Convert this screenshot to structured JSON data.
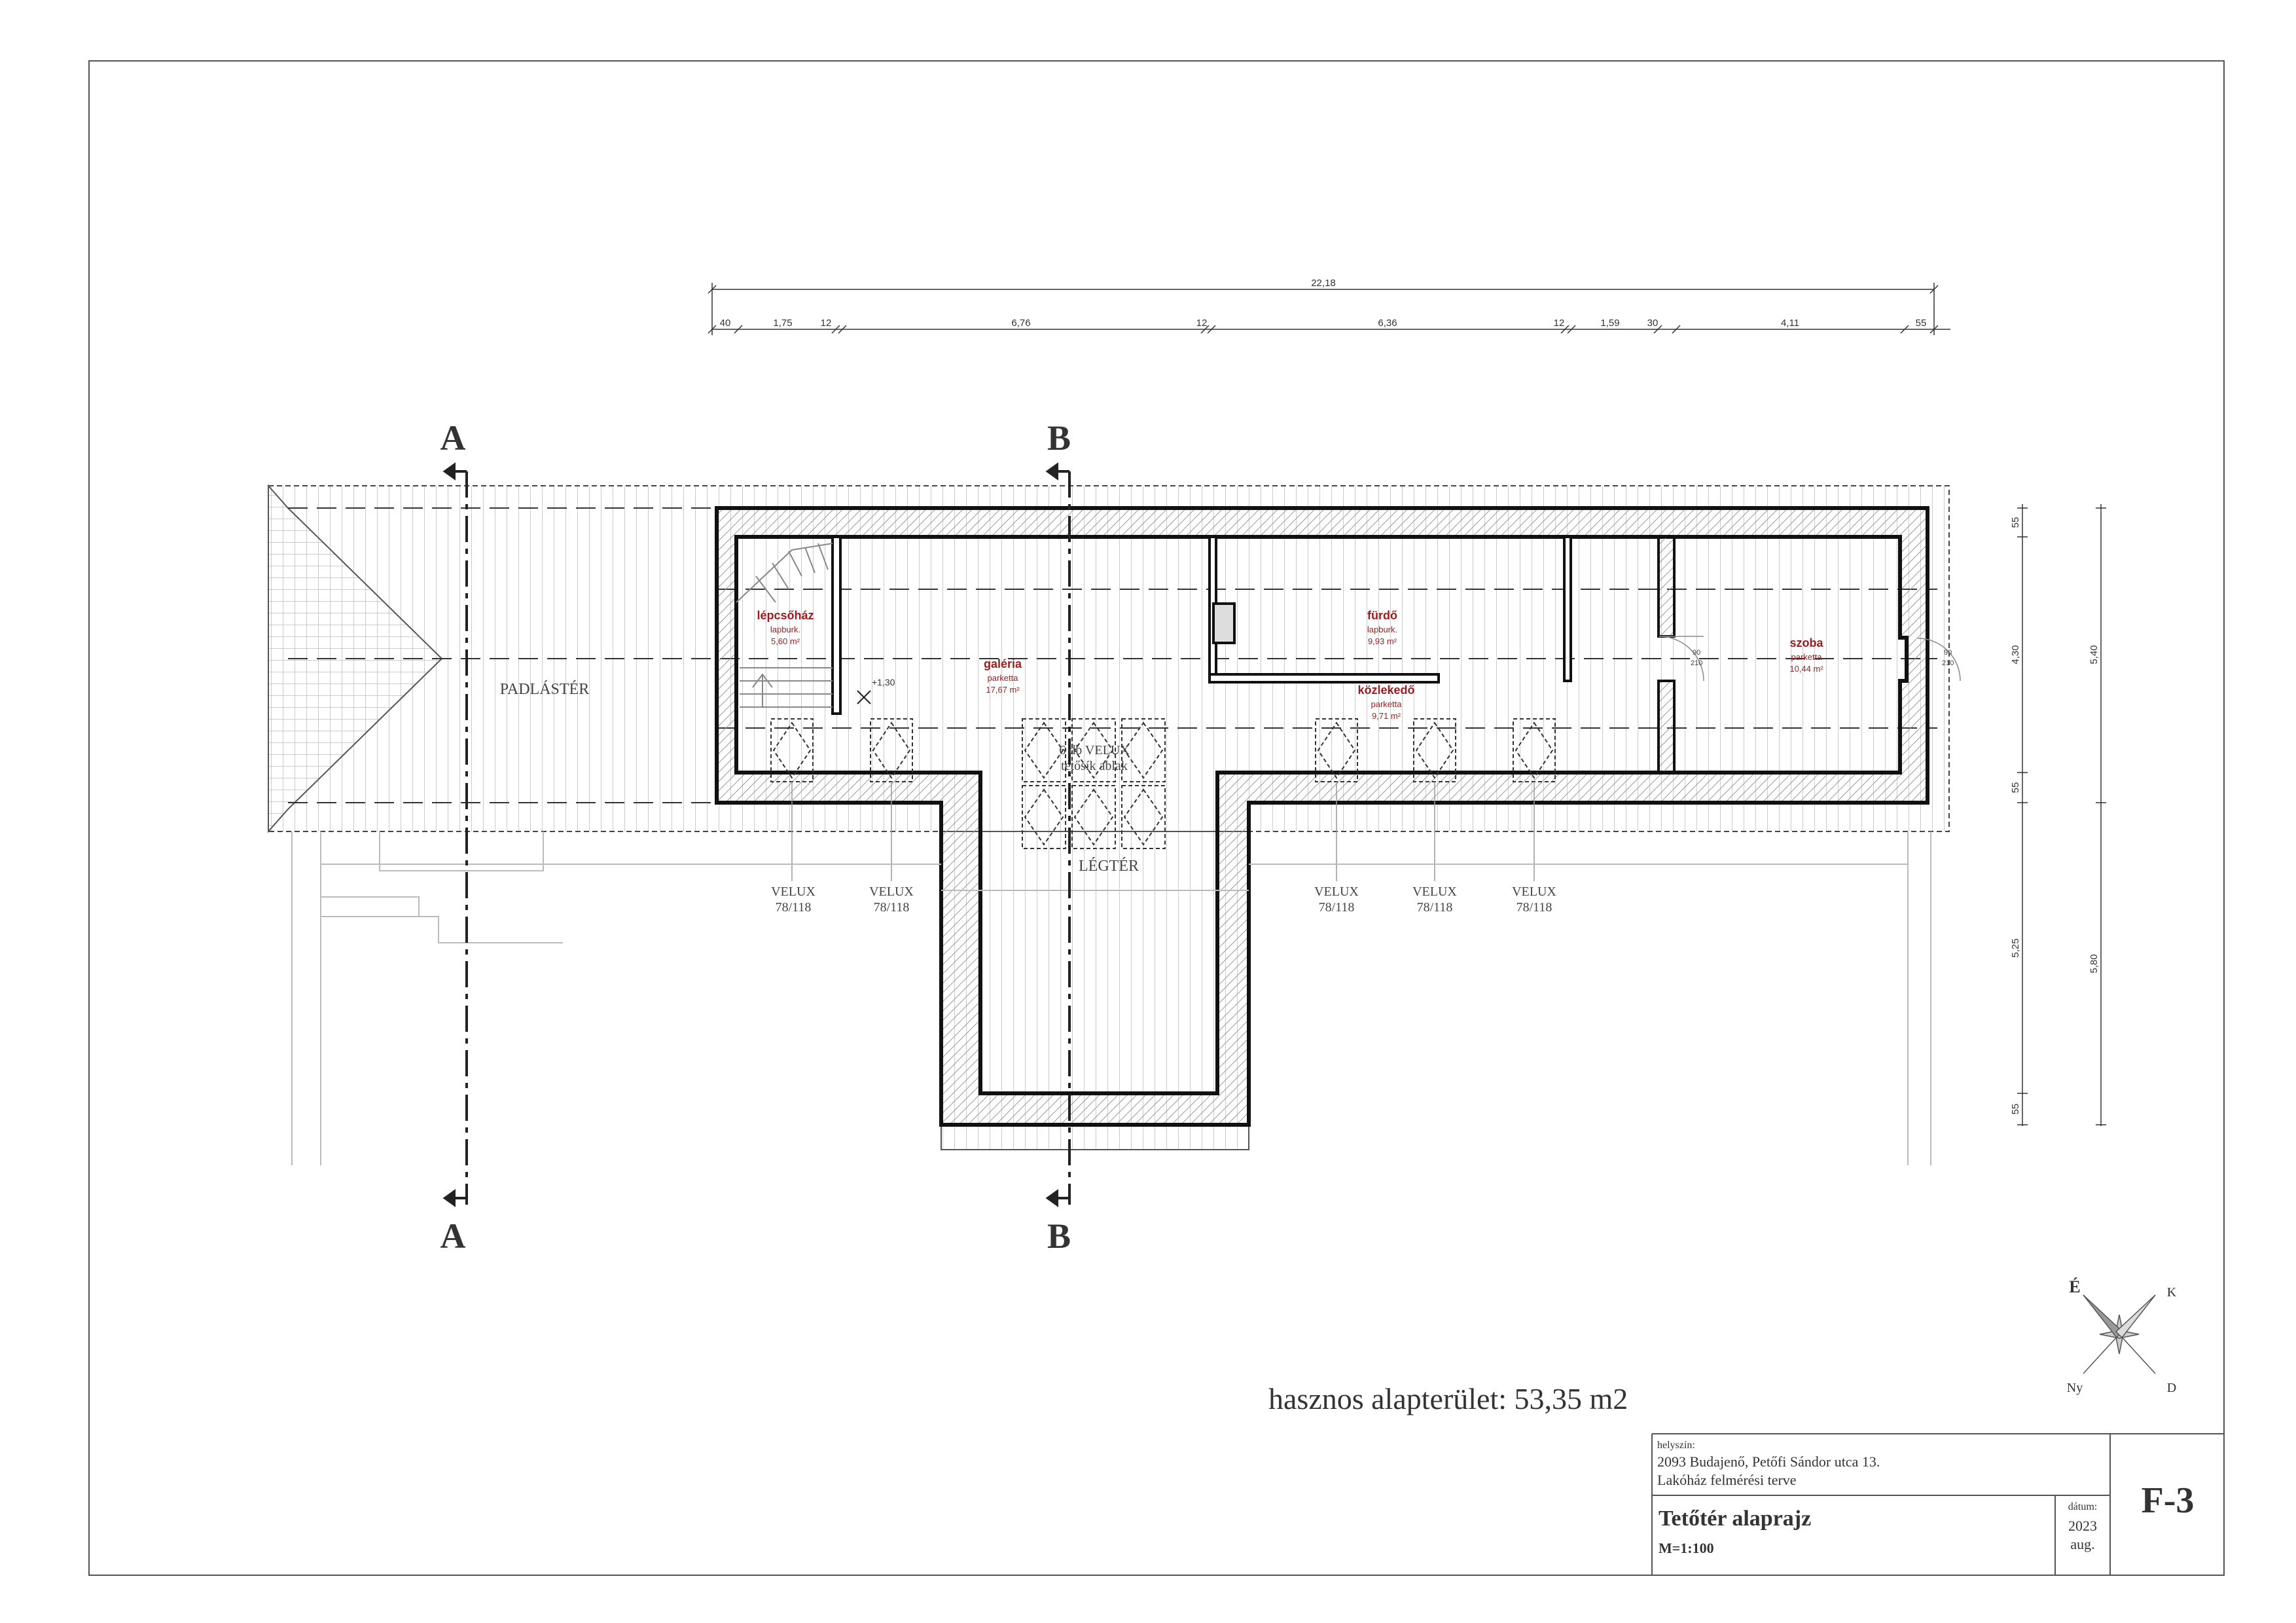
{
  "dimensions": {
    "total": "22,18",
    "segments": [
      "40",
      "1,75",
      "12",
      "6,76",
      "12",
      "6,36",
      "12",
      "1,59",
      "30",
      "4,11",
      "55"
    ],
    "right_inner": [
      "55",
      "4,30",
      "55",
      "5,25",
      "55"
    ],
    "right_outer": [
      "5,40",
      "5,80"
    ]
  },
  "sections": {
    "a": "A",
    "b": "B"
  },
  "labels": {
    "padlaster": "PADLÁSTÉR",
    "legter": "LÉGTÉR",
    "skylight_note_1": "6 db VELUX",
    "skylight_note_2": "tetősík ablak",
    "level": "+1,30"
  },
  "rooms": [
    {
      "name": "lépcsőház",
      "floor": "lapburk.",
      "area": "5,60 m²"
    },
    {
      "name": "galéria",
      "floor": "parketta",
      "area": "17,67 m²"
    },
    {
      "name": "fürdő",
      "floor": "lapburk.",
      "area": "9,93 m²"
    },
    {
      "name": "közlekedő",
      "floor": "parketta",
      "area": "9,71 m²"
    },
    {
      "name": "szoba",
      "floor": "parketta",
      "area": "10,44 m²"
    }
  ],
  "doors": [
    {
      "w": "90",
      "h": "210"
    },
    {
      "w": "90",
      "h": "210"
    }
  ],
  "velux": [
    {
      "name": "VELUX",
      "size": "78/118"
    },
    {
      "name": "VELUX",
      "size": "78/118"
    },
    {
      "name": "VELUX",
      "size": "78/118"
    },
    {
      "name": "VELUX",
      "size": "78/118"
    },
    {
      "name": "VELUX",
      "size": "78/118"
    }
  ],
  "compass": {
    "n": "É",
    "e": "K",
    "w": "Ny",
    "s": "D"
  },
  "area_note": "hasznos alapterület: 53,35 m2",
  "titleblock": {
    "location_label": "helyszín:",
    "address": "2093 Budajenő, Petőfi Sándor utca 13.",
    "project": "Lakóház felmérési terve",
    "title": "Tetőtér alaprajz",
    "scale": "M=1:100",
    "date_label": "dátum:",
    "year": "2023",
    "month": "aug.",
    "sheet": "F-3"
  }
}
